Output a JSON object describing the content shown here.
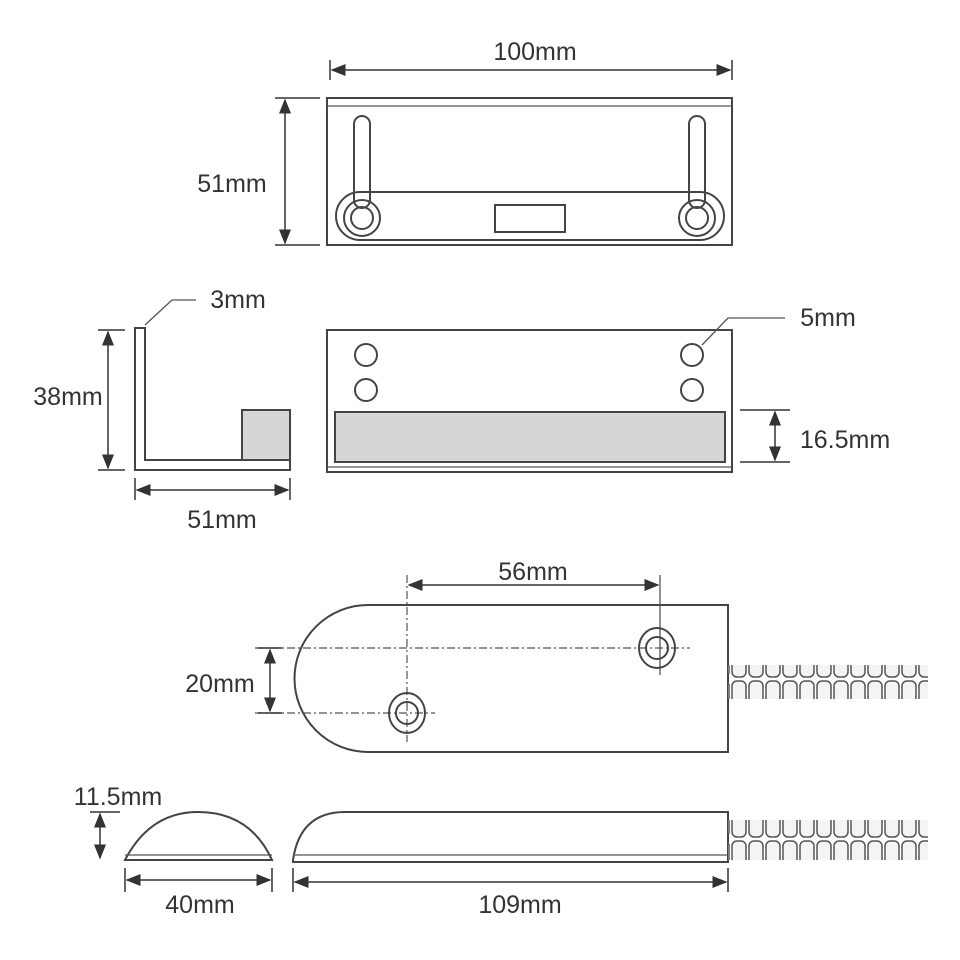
{
  "title": "Door magnetic contact dimension drawing",
  "top_view": {
    "width_label": "100mm",
    "height_label": "51mm"
  },
  "side_view": {
    "thickness_label": "3mm",
    "height_label": "38mm",
    "depth_label": "51mm"
  },
  "front_view": {
    "hole_label": "5mm",
    "band_label": "16.5mm"
  },
  "plan_view": {
    "hole_spacing_label": "56mm",
    "offset_label": "20mm"
  },
  "profile_view": {
    "height_label": "11.5mm",
    "width_label": "40mm",
    "length_label": "109mm"
  },
  "colors": {
    "line": "#444444",
    "fill": "#d6d6d6"
  }
}
